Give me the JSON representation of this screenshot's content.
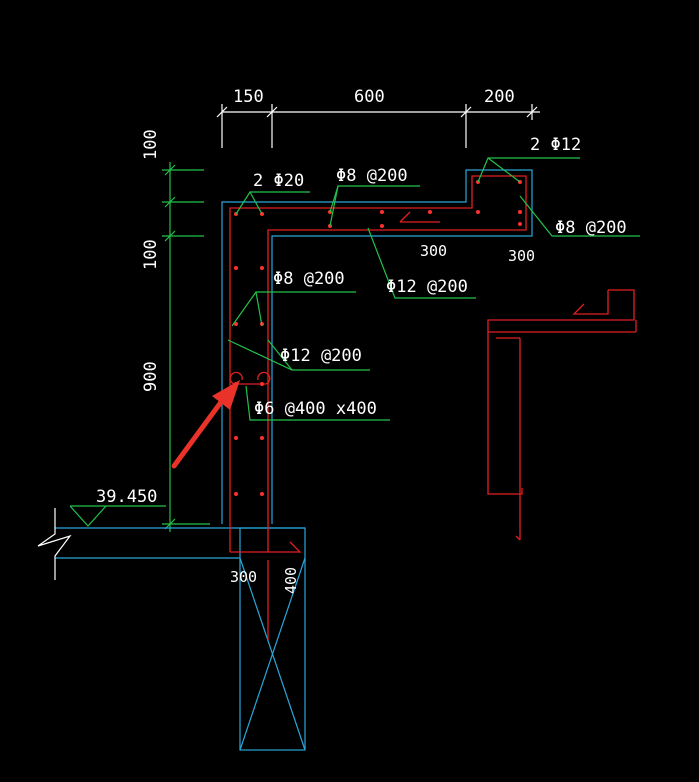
{
  "dimensions": {
    "top": [
      "150",
      "600",
      "200"
    ],
    "left": [
      "100",
      "100",
      "900"
    ],
    "section": [
      "300",
      "300",
      "300",
      "400"
    ]
  },
  "elevation": "39.450",
  "rebar_labels": {
    "top_corner_bars": "2 Φ20",
    "slab_stirrup": "Φ8 @200",
    "beam_top_bars": "2 Φ12",
    "beam_stirrup": "Φ8 @200",
    "slab_main": "Φ12 @200",
    "wall_dist": "Φ8 @200",
    "wall_main": "Φ12 @200",
    "tie_bars": "Φ6 @400 x400"
  },
  "colors": {
    "background": "#000000",
    "dimension": "#22c14a",
    "concrete_outline": "#2aa6d8",
    "rebar": "#e02020",
    "text": "#ffffff",
    "arrow": "#e8322a"
  }
}
